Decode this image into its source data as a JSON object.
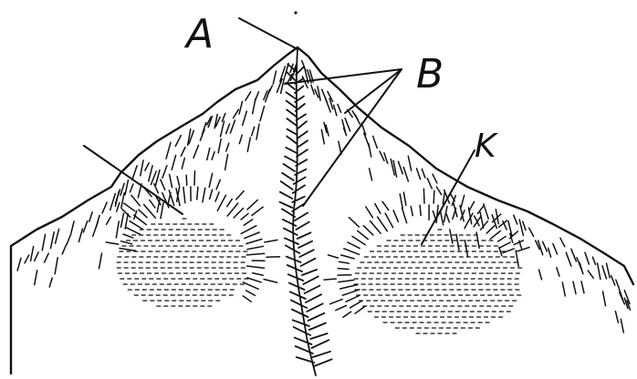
{
  "labels": {
    "a": "A",
    "b": "B",
    "k": "K"
  },
  "colors": {
    "ink": "#111111",
    "paper": "#ffffff"
  }
}
